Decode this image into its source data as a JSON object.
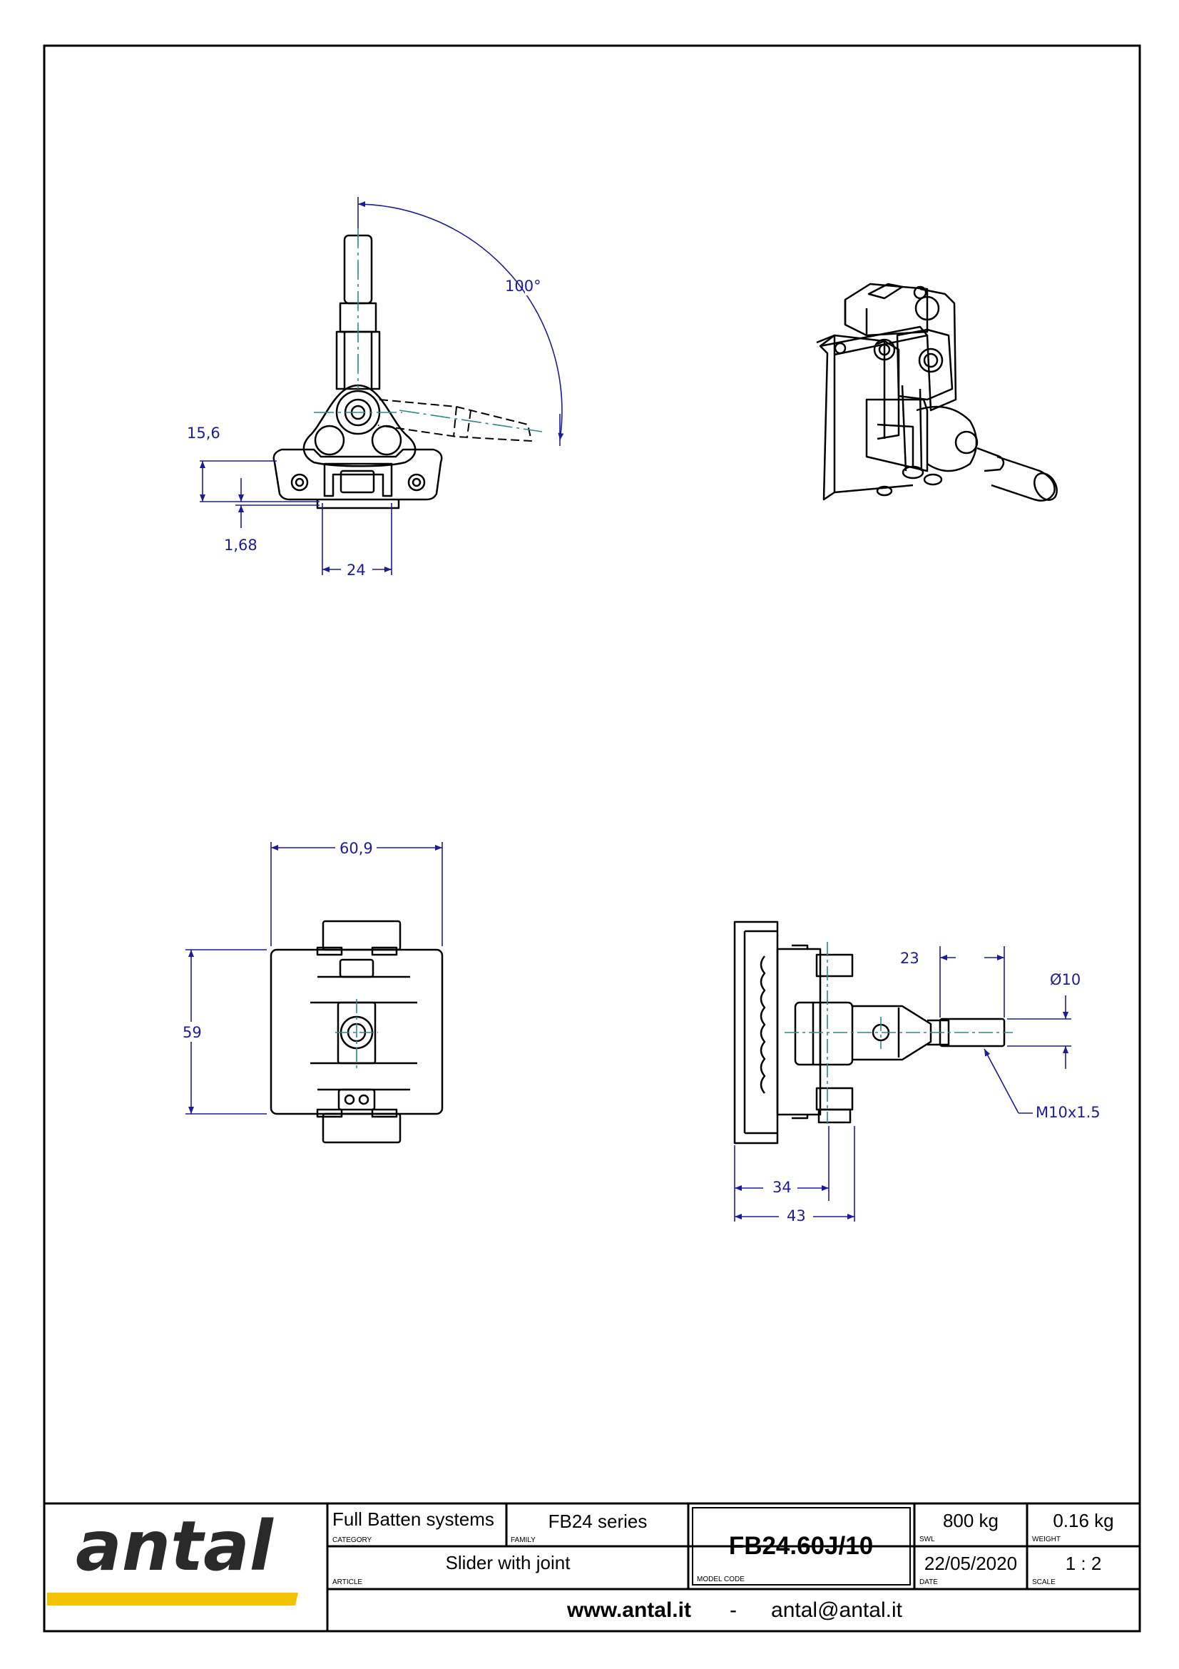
{
  "drawing": {
    "views": {
      "front": {
        "dims": {
          "angle": "100°",
          "height": "15,6",
          "gap": "1,68",
          "width": "24"
        }
      },
      "top": {
        "dims": {
          "width": "60,9",
          "height": "59"
        }
      },
      "side": {
        "dims": {
          "pin_length": "23",
          "diameter": "Ø10",
          "thread": "M10x1.5",
          "depth_1": "34",
          "depth_2": "43"
        }
      },
      "iso": {}
    }
  },
  "title_block": {
    "logo": "antal",
    "category_value": "Full Batten systems",
    "category_label": "CATEGORY",
    "family_value": "FB24 series",
    "family_label": "FAMILY",
    "article_value": "Slider with joint",
    "article_label": "ARTICLE",
    "model_code": "FB24.60J/10",
    "model_code_label": "MODEL CODE",
    "swl_value": "800 kg",
    "swl_label": "SWL",
    "weight_value": "0.16 kg",
    "weight_label": "WEIGHT",
    "date_value": "22/05/2020",
    "date_label": "DATE",
    "scale_value": "1 : 2",
    "scale_label": "SCALE",
    "website": "www.antal.it",
    "separator": "-",
    "email": "antal@antal.it"
  },
  "colors": {
    "dimension": "#1c1c9a",
    "centerline": "#2a8a8a",
    "logo_bar": "#f2c200",
    "line": "#000000"
  }
}
